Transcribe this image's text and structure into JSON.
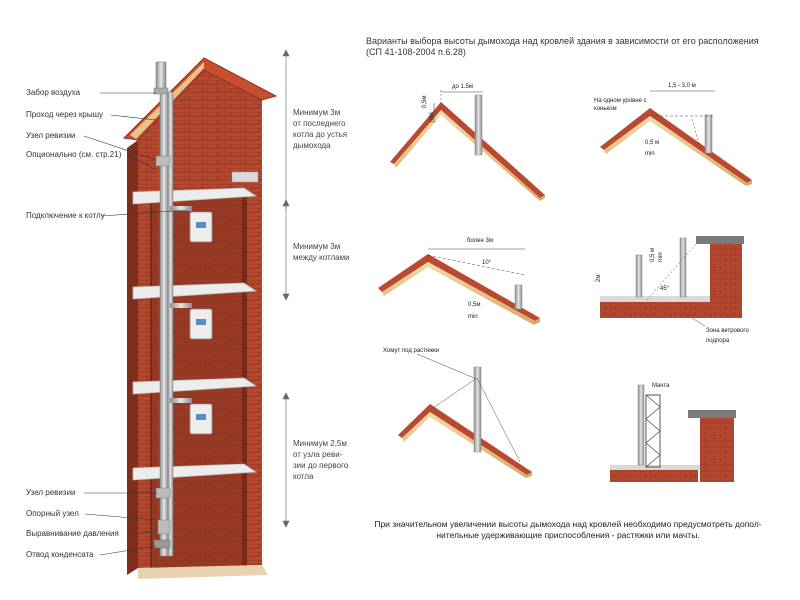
{
  "title": {
    "line1": "Варианты выбора высоты дымохода над кровлей здания в зависимости от его расположения",
    "line2": "(СП 41-108-2004 п.6.28)"
  },
  "left_labels": [
    "Забор воздуха",
    "Проход через крышу",
    "Узел ревизии",
    "Опционально (см. стр.21)",
    "Подключение к котлу",
    "Узел ревизии",
    "Опорный узел",
    "Выравнивание давления",
    "Отвод конденсата"
  ],
  "dimensions": {
    "d1": [
      "Минимум 3м",
      "от последнего",
      "котла до устья",
      "дымохода"
    ],
    "d2": [
      "Минимум 3м",
      "между котлами"
    ],
    "d3": [
      "Минимум 2,5м",
      "от узла реви-",
      "зии до первого",
      "котла"
    ]
  },
  "diagrams": {
    "d1": {
      "top": "до 1.5м",
      "side": "0,5м",
      "min": "min"
    },
    "d2": {
      "top": "1,5 - 3,0 м",
      "level": "На одном уровне с",
      "level2": "коньком",
      "side": "0,5 м",
      "min": "min"
    },
    "d3": {
      "top": "более 3м",
      "angle": "10°",
      "side": "0,5м",
      "min": "min"
    },
    "d4": {
      "h1": "2м",
      "h2": "0,5 м",
      "min": "min",
      "angle": "45°",
      "zone": "Зона ветрового",
      "zone2": "подпора"
    },
    "d5": {
      "label": "Хомут под растяжки"
    },
    "d6": {
      "label": "Мачта"
    }
  },
  "footer_note": {
    "line1": "При значительном увеличении высоты дымохода над кровлей необходимо предусмотреть допол-",
    "line2": "нительные удерживающие приспособления - растяжки или мачты."
  }
}
